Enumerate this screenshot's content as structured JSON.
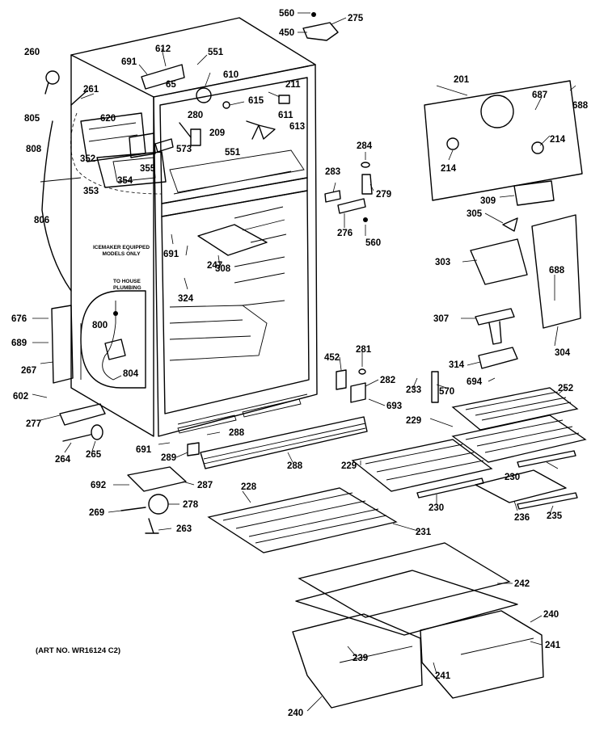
{
  "notes": {
    "icemaker_line1": "ICEMAKER EQUIPPED",
    "icemaker_line2": "MODELS ONLY",
    "house_line1": "TO HOUSE",
    "house_line2": "PLUMBING",
    "art_number": "(ART NO. WR16124 C2)"
  },
  "callouts": {
    "c560a": "560",
    "c275": "275",
    "c450": "450",
    "c260": "260",
    "c691a": "691",
    "c612": "612",
    "c551a": "551",
    "c610": "610",
    "c261": "261",
    "c65": "65",
    "c211": "211",
    "c615": "615",
    "c805": "805",
    "c620": "620",
    "c280": "280",
    "c611": "611",
    "c613": "613",
    "c209": "209",
    "c573": "573",
    "c551b": "551",
    "c808": "808",
    "c352": "352",
    "c355": "355",
    "c353": "353",
    "c354": "354",
    "c806": "806",
    "c691b": "691",
    "c247": "247",
    "c308": "308",
    "c324": "324",
    "c201": "201",
    "c687": "687",
    "c688a": "688",
    "c214a": "214",
    "c214b": "214",
    "c284": "284",
    "c283": "283",
    "c279": "279",
    "c276": "276",
    "c560b": "560",
    "c309": "309",
    "c305": "305",
    "c303": "303",
    "c688b": "688",
    "c307": "307",
    "c304": "304",
    "c676": "676",
    "c689": "689",
    "c800": "800",
    "c804": "804",
    "c267": "267",
    "c452": "452",
    "c281": "281",
    "c282": "282",
    "c693": "693",
    "c233": "233",
    "c570": "570",
    "c314": "314",
    "c694": "694",
    "c252": "252",
    "c602": "602",
    "c277": "277",
    "c264": "264",
    "c265": "265",
    "c288a": "288",
    "c691c": "691",
    "c289": "289",
    "c288b": "288",
    "c229a": "229",
    "c229b": "229",
    "c230a": "230",
    "c230b": "230",
    "c692": "692",
    "c287": "287",
    "c269": "269",
    "c278": "278",
    "c263": "263",
    "c228": "228",
    "c231": "231",
    "c236": "236",
    "c235": "235",
    "c242": "242",
    "c240a": "240",
    "c241a": "241",
    "c239": "239",
    "c241b": "241",
    "c240b": "240"
  }
}
